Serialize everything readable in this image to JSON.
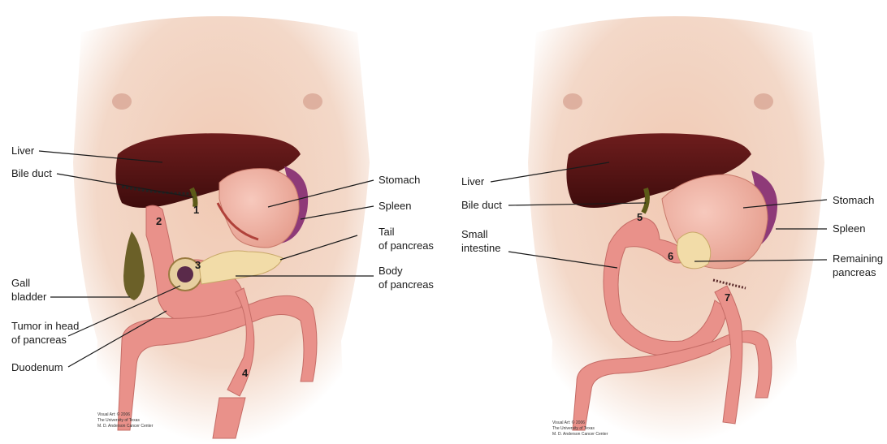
{
  "left_panel": {
    "labels": {
      "liver": "Liver",
      "bile_duct": "Bile duct",
      "gall_bladder_1": "Gall",
      "gall_bladder_2": "bladder",
      "tumor_1": "Tumor in head",
      "tumor_2": "of pancreas",
      "duodenum": "Duodenum",
      "stomach": "Stomach",
      "spleen": "Spleen",
      "tail_1": "Tail",
      "tail_2": "of pancreas",
      "body_1": "Body",
      "body_2": "of pancreas"
    },
    "numbers": [
      "1",
      "2",
      "3",
      "4"
    ],
    "credit": [
      "Visual Art: © 2006",
      "The University of Texas",
      "M. D. Anderson Cancer Center"
    ]
  },
  "right_panel": {
    "labels": {
      "liver": "Liver",
      "bile_duct": "Bile duct",
      "small_intestine_1": "Small",
      "small_intestine_2": "intestine",
      "stomach": "Stomach",
      "spleen": "Spleen",
      "remaining_1": "Remaining",
      "remaining_2": "pancreas"
    },
    "numbers": [
      "5",
      "6",
      "7"
    ],
    "credit": [
      "Visual Art: © 2006",
      "The University of Texas",
      "M. D. Anderson Cancer Center"
    ]
  },
  "colors": {
    "skin": "#f3d6c4",
    "liver": "#5a1414",
    "stomach": "#f0b6a8",
    "spleen": "#8e3a78",
    "intestine": "#e9918a",
    "pancreas": "#f2dca8",
    "gallbladder": "#6b6028"
  }
}
